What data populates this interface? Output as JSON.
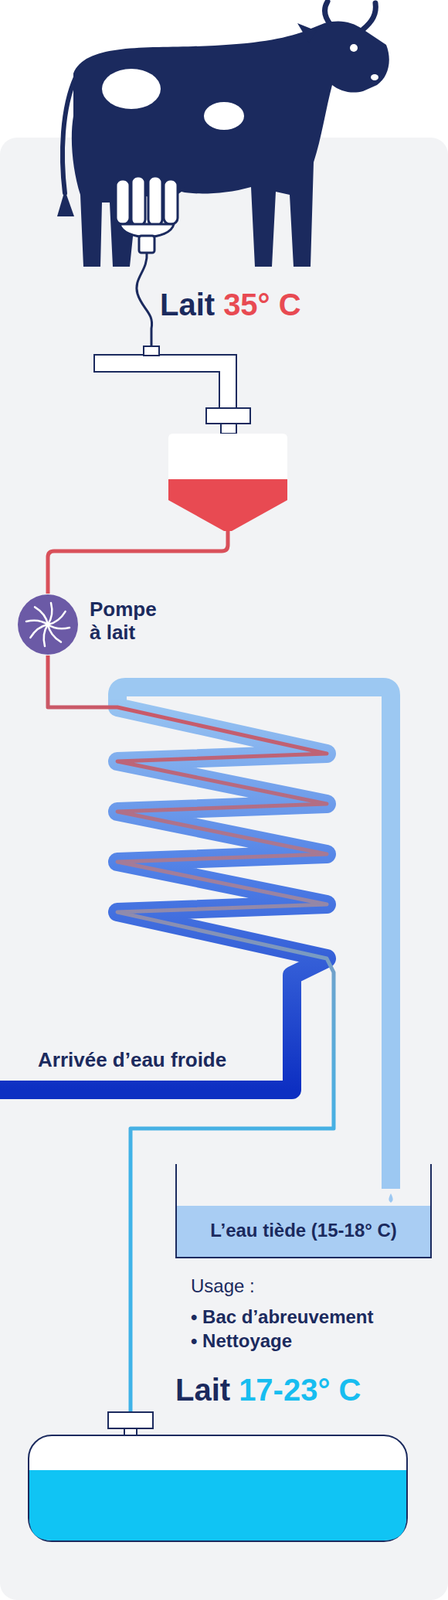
{
  "diagram": {
    "nodes": [
      {
        "text": [
          "Pompe à lait"
        ]
      },
      {
        "text": [
          "L’eau tiède (15-18° C)"
        ]
      },
      {
        "text": [
          "Lait",
          "17-23° C"
        ]
      }
    ],
    "edges": [
      {
        "from": 0,
        "to": 2,
        "arrow": "none"
      }
    ],
    "labels": [
      "Lait",
      "35° C",
      "Arrivée d’eau froide",
      "Usage :",
      "• Bac d’abreuvement",
      "• Nettoyage"
    ]
  }
}
